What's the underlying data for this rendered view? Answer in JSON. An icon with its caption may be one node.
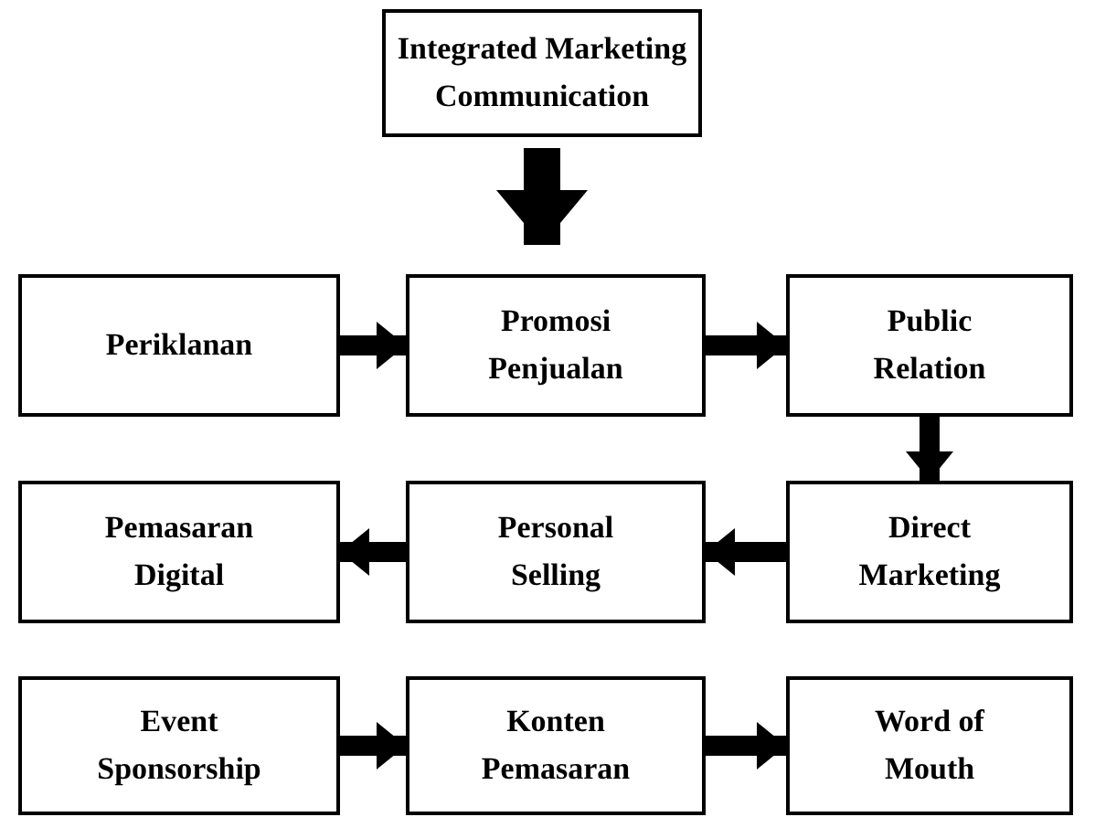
{
  "diagram": {
    "nodes": [
      {
        "text": [
          "Integrated Marketing Communication"
        ]
      },
      {
        "text": [
          "Periklanan"
        ]
      },
      {
        "text": [
          "Promosi Penjualan"
        ]
      },
      {
        "text": [
          "Public Relation"
        ]
      },
      {
        "text": [
          "Pemasaran Digital"
        ]
      },
      {
        "text": [
          "Personal Selling"
        ]
      },
      {
        "text": [
          "Direct Marketing"
        ]
      },
      {
        "text": [
          "Event Sponsorship"
        ]
      },
      {
        "text": [
          "Konten Pemasaran"
        ]
      },
      {
        "text": [
          "Word of Mouth"
        ]
      }
    ],
    "edges": [
      {
        "from": 0,
        "to": 2,
        "arrow": "to",
        "style": "thick"
      },
      {
        "from": 1,
        "to": 2,
        "arrow": "to"
      },
      {
        "from": 2,
        "to": 3,
        "arrow": "to"
      },
      {
        "from": 3,
        "to": 6,
        "arrow": "to"
      },
      {
        "from": 6,
        "to": 5,
        "arrow": "to"
      },
      {
        "from": 5,
        "to": 4,
        "arrow": "to"
      },
      {
        "from": 7,
        "to": 8,
        "arrow": "to"
      },
      {
        "from": 8,
        "to": 9,
        "arrow": "to"
      }
    ]
  }
}
